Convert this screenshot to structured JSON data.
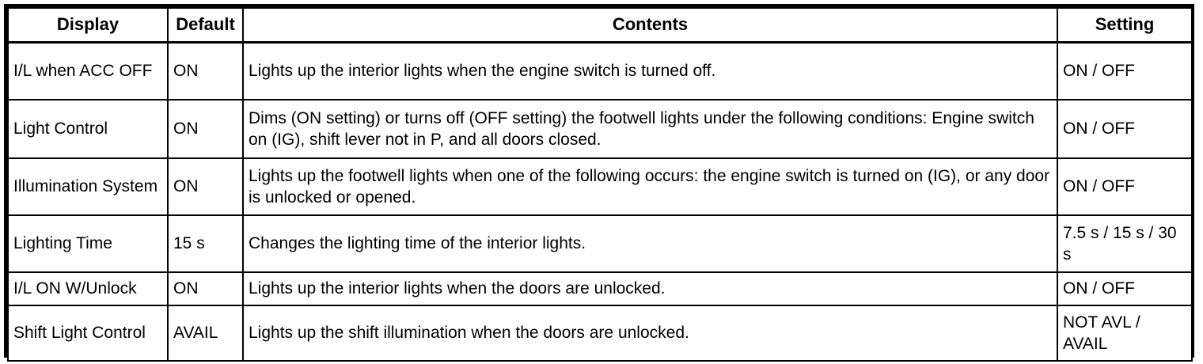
{
  "table": {
    "columns": [
      {
        "key": "display",
        "label": "Display"
      },
      {
        "key": "default",
        "label": "Default"
      },
      {
        "key": "contents",
        "label": "Contents"
      },
      {
        "key": "setting",
        "label": "Setting"
      }
    ],
    "rows": [
      {
        "display": "I/L when ACC OFF",
        "default": "ON",
        "contents": "Lights up the interior lights when the engine switch is turned off.",
        "setting": "ON / OFF"
      },
      {
        "display": "Light Control",
        "default": "ON",
        "contents": "Dims (ON setting) or turns off (OFF setting) the footwell lights under the following conditions: Engine switch on (IG), shift lever not in P, and all doors closed.",
        "setting": "ON / OFF"
      },
      {
        "display": "Illumination System",
        "default": "ON",
        "contents": "Lights up the footwell lights when one of the following occurs: the engine switch is turned on (IG), or any door is unlocked or opened.",
        "setting": "ON / OFF"
      },
      {
        "display": "Lighting Time",
        "default": "15 s",
        "contents": "Changes the lighting time of the interior lights.",
        "setting": "7.5 s / 15 s / 30 s"
      },
      {
        "display": "I/L ON W/Unlock",
        "default": "ON",
        "contents": "Lights up the interior lights when the doors are unlocked.",
        "setting": "ON / OFF"
      },
      {
        "display": "Shift Light Control",
        "default": "AVAIL",
        "contents": "Lights up the shift illumination when the doors are unlocked.",
        "setting": "NOT AVL / AVAIL"
      }
    ]
  },
  "colors": {
    "border": "#000000",
    "text": "#000000",
    "background": "#ffffff"
  }
}
